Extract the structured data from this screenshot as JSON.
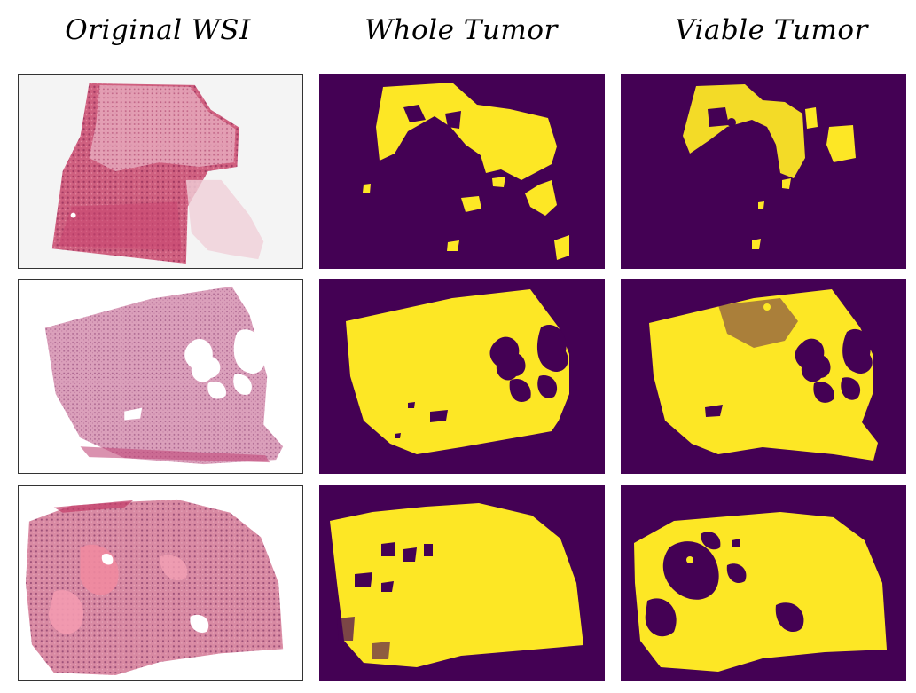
{
  "figure": {
    "column_titles": [
      "Original WSI",
      "Whole Tumor",
      "Viable Tumor"
    ],
    "colors": {
      "mask_background": "#440154",
      "mask_foreground": "#fde725",
      "tissue_pink": "#d9788f",
      "tissue_light": "#e9b6c6",
      "slide_background": "#ffffff"
    }
  }
}
